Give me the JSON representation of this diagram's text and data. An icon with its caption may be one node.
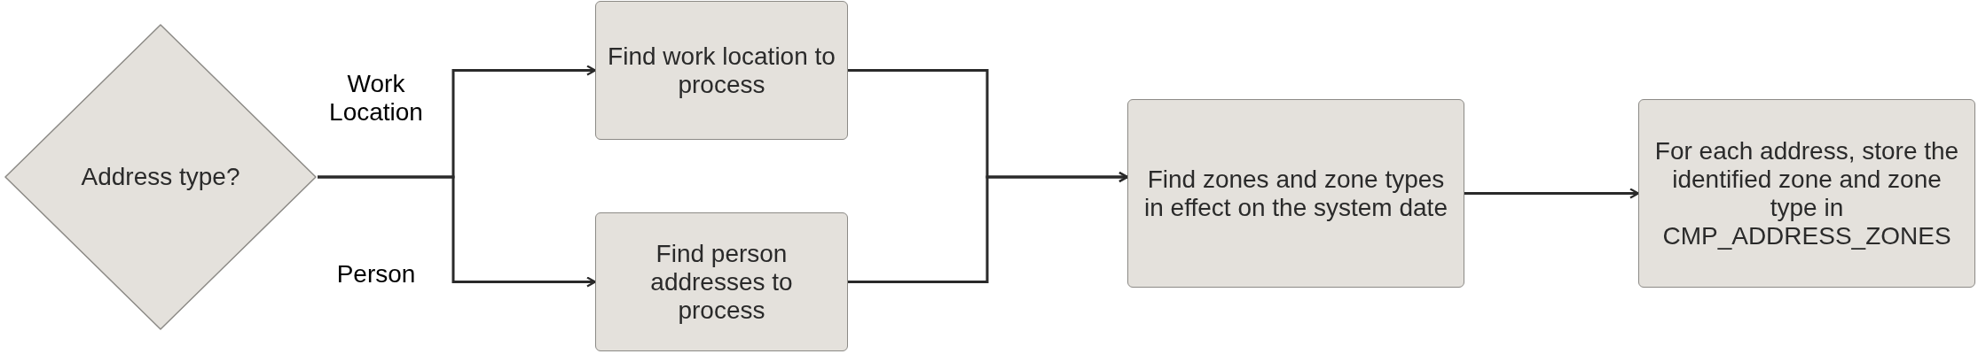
{
  "diagram": {
    "nodes": [
      {
        "text": [
          "Address type?"
        ]
      },
      {
        "text": [
          "Find work location to process"
        ]
      },
      {
        "text": [
          "Find person addresses to process"
        ]
      },
      {
        "text": [
          "Find zones and zone types in effect on the system date"
        ]
      },
      {
        "text": [
          "For each address, store the identified zone and zone type in CMP_ADDRESS_ZONES"
        ]
      }
    ],
    "edges": [
      {
        "from": 0,
        "to": 1,
        "arrow": "to",
        "label": "Work Location"
      },
      {
        "from": 0,
        "to": 2,
        "arrow": "to",
        "label": "Person"
      },
      {
        "from": 1,
        "to": 3,
        "arrow": "to"
      },
      {
        "from": 2,
        "to": 3,
        "arrow": "to"
      },
      {
        "from": 3,
        "to": 4,
        "arrow": "to"
      }
    ]
  }
}
